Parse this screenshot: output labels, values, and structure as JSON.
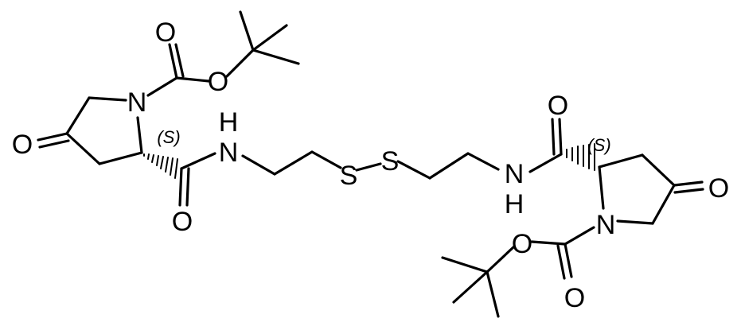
{
  "molecule": {
    "atoms": {
      "o_carbonyl_boc_left": "O",
      "o_ester_boc_left": "O",
      "n_ring_left": "N",
      "o_ketone_left": "O",
      "h_amide_left": "H",
      "n_amide_left": "N",
      "o_amide_left": "O",
      "s1": "S",
      "s2": "S",
      "o_amide_right": "O",
      "n_amide_right": "N",
      "h_amide_right": "H",
      "o_ketone_right": "O",
      "n_ring_right": "N",
      "o_ester_boc_right": "O",
      "o_carbonyl_boc_right": "O"
    },
    "stereo": {
      "left": "(S)",
      "right": "(S)"
    }
  }
}
